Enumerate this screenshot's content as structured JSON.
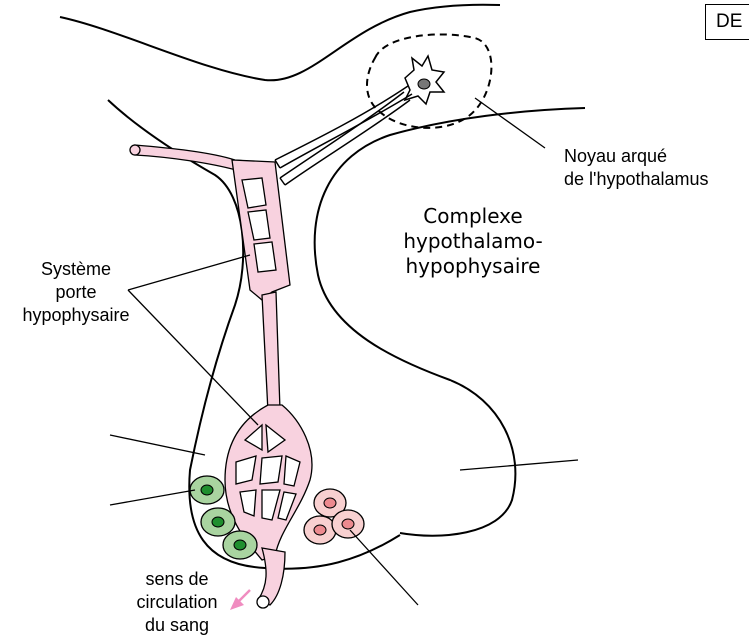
{
  "corner_tag": "DE",
  "labels": {
    "arcuate_1": "Noyau arqué",
    "arcuate_2": "de l'hypothalamus",
    "complex_1": "Complexe",
    "complex_2": "hypothalamo-",
    "complex_3": "hypophysaire",
    "portal_1": "Système",
    "portal_2": "porte",
    "portal_3": "hypophysaire",
    "flow_1": "sens de",
    "flow_2": "circulation",
    "flow_3": "du sang"
  },
  "colors": {
    "vessel_fill": "#f8d2df",
    "green_fill": "#a9d4a0",
    "green_nucleus": "#1f8f2e",
    "pink_cell_fill": "#f8d0d0",
    "pink_nucleus": "#ec8a8f",
    "arrow": "#f08cc0",
    "neuron_nucleus": "#777777"
  }
}
